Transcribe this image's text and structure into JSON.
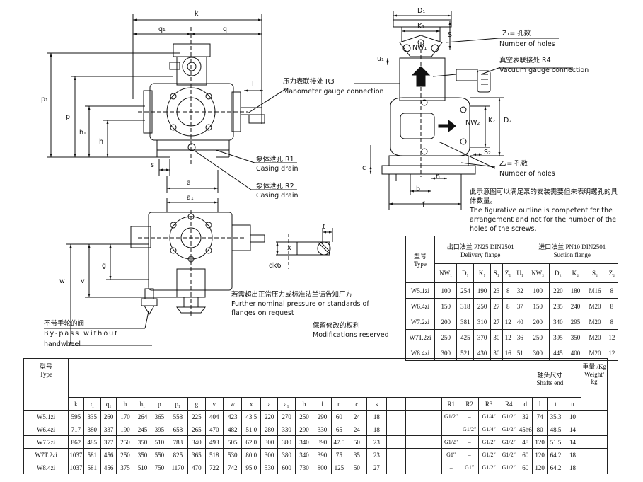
{
  "callouts": {
    "r3_cn": "压力表联接处   R3",
    "r3_en": "Manometer gauge connection",
    "r1_cn": "泵体泄孔   R1",
    "r1_en": "Casing drain",
    "r2_cn": "泵体泄孔   R2",
    "r2_en": "Casing drain",
    "z1_cn": "Z₁= 孔数",
    "z1_en": "Number of holes",
    "r4_cn": "真空表联接处   R4",
    "r4_en": "Vacuum gauge connection",
    "z2_cn": "Z₂= 孔数",
    "z2_en": "Number of holes",
    "bypass_cn": "不带手轮的阀",
    "bypass_en1": "By-pass  without",
    "bypass_en2": "handwheel"
  },
  "notes": {
    "outline_cn": "此示意图可以满足泵的安装需要但未表明螺孔的具体数量。",
    "outline_en": "The figurative outline is competent for the arrangement and not for the number of the holes of the screws.",
    "pressure_cn": "若需超出正常压力或标准法兰请告知厂方",
    "pressure_en": "Further nominal pressure or standards of flanges on request",
    "modif_cn": "保留修改的权利",
    "modif_en": "Modifications reserved"
  },
  "dims": {
    "k": "k",
    "q": "q",
    "q1": "q₁",
    "p1": "p₁",
    "p": "p",
    "h1": "h₁",
    "h": "h",
    "l": "l",
    "s": "s",
    "a": "a",
    "a1": "a₁",
    "w": "w",
    "v": "v",
    "g": "g",
    "t": "t",
    "x": "x",
    "dk6": "dk6",
    "D1": "D₁",
    "K1": "K₁",
    "S": "S",
    "NW1": "NW₁",
    "u1": "u₁",
    "NW2": "NW₂",
    "K2": "K₂",
    "D2": "D₂",
    "S2": "S₂",
    "c": "c",
    "b": "b",
    "n": "n",
    "f": "f"
  },
  "flange_table": {
    "type_cn": "型号",
    "type_en": "Type",
    "delivery_cn": "出口法兰  PN25  DIN2501",
    "delivery_en": "Delivery flange",
    "suction_cn": "进口法兰  PN10  DIN2501",
    "suction_en": "Suction flange",
    "delivery_cols": [
      "NW₁",
      "D₁",
      "K₁",
      "S₁",
      "Z₁",
      "U₁"
    ],
    "suction_cols": [
      "NW₂",
      "D₂",
      "K₂",
      "S₂",
      "Z₂"
    ],
    "rows": [
      [
        "W5.1zi",
        "100",
        "254",
        "190",
        "23",
        "8",
        "32",
        "100",
        "220",
        "180",
        "M16",
        "8"
      ],
      [
        "W6.4zi",
        "150",
        "318",
        "250",
        "27",
        "8",
        "37",
        "150",
        "285",
        "240",
        "M20",
        "8"
      ],
      [
        "W7.2zi",
        "200",
        "381",
        "310",
        "27",
        "12",
        "40",
        "200",
        "340",
        "295",
        "M20",
        "8"
      ],
      [
        "W7T.2zi",
        "250",
        "425",
        "370",
        "30",
        "12",
        "36",
        "250",
        "395",
        "350",
        "M20",
        "12"
      ],
      [
        "W8.4zi",
        "300",
        "521",
        "430",
        "30",
        "16",
        "51",
        "300",
        "445",
        "400",
        "M20",
        "12"
      ]
    ]
  },
  "dim_table": {
    "type_cn": "型号",
    "type_en": "Type",
    "shaft_cn": "轴头尺寸",
    "shaft_en": "Shafts end",
    "weight_cn": "重量 /Kg",
    "weight_en1": "Weight/",
    "weight_en2": "kg",
    "cols": [
      "k",
      "q",
      "q₁",
      "h",
      "h₁",
      "p",
      "p₁",
      "g",
      "v",
      "w",
      "x",
      "a",
      "a₁",
      "b",
      "f",
      "n",
      "c",
      "s",
      "",
      "",
      "",
      "R1",
      "R2",
      "R3",
      "R4",
      "d",
      "l",
      "t",
      "u",
      ""
    ],
    "rows": [
      [
        "W5.1zi",
        "595",
        "335",
        "260",
        "170",
        "264",
        "365",
        "558",
        "225",
        "404",
        "423",
        "43.5",
        "220",
        "270",
        "250",
        "290",
        "60",
        "24",
        "18",
        "",
        "",
        "",
        "G1/2″",
        "–",
        "G1/4″",
        "G1/2″",
        "32",
        "74",
        "35.3",
        "10",
        ""
      ],
      [
        "W6.4zi",
        "717",
        "380",
        "337",
        "190",
        "245",
        "395",
        "658",
        "265",
        "470",
        "482",
        "51.0",
        "280",
        "330",
        "290",
        "330",
        "65",
        "24",
        "18",
        "",
        "",
        "",
        "–",
        "G1/2″",
        "G1/4″",
        "G1/2″",
        "45h6",
        "80",
        "48.5",
        "14",
        ""
      ],
      [
        "W7.2zi",
        "862",
        "485",
        "377",
        "250",
        "350",
        "510",
        "783",
        "340",
        "493",
        "505",
        "62.0",
        "300",
        "380",
        "340",
        "390",
        "47.5",
        "50",
        "23",
        "",
        "",
        "",
        "G1/2″",
        "–",
        "G1/2″",
        "G1/2″",
        "48",
        "120",
        "51.5",
        "14",
        ""
      ],
      [
        "W7T.2zi",
        "1037",
        "581",
        "456",
        "250",
        "350",
        "550",
        "825",
        "365",
        "518",
        "530",
        "80.0",
        "300",
        "380",
        "340",
        "390",
        "75",
        "35",
        "23",
        "",
        "",
        "",
        "G1″",
        "–",
        "G1/2″",
        "G1/2″",
        "60",
        "120",
        "64.2",
        "18",
        ""
      ],
      [
        "W8.4zi",
        "1037",
        "581",
        "456",
        "375",
        "510",
        "750",
        "1170",
        "470",
        "722",
        "742",
        "95.0",
        "530",
        "600",
        "730",
        "800",
        "125",
        "50",
        "27",
        "",
        "",
        "",
        "–",
        "G1″",
        "G1/2″",
        "G1/2″",
        "60",
        "120",
        "64.2",
        "18",
        ""
      ]
    ]
  }
}
